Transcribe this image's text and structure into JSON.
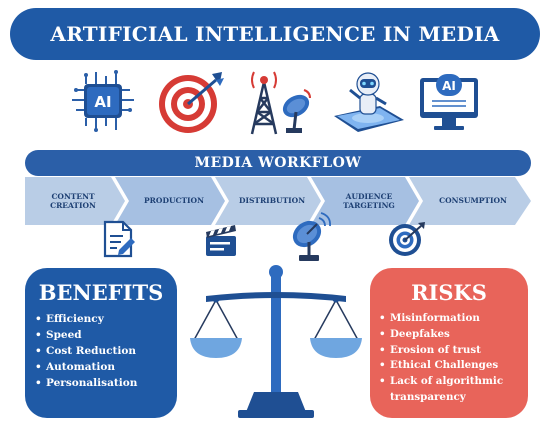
{
  "title": "ARTIFICIAL INTELLIGENCE IN MEDIA",
  "top_icons": [
    {
      "name": "ai-chip-icon",
      "label": "AI"
    },
    {
      "name": "target-icon"
    },
    {
      "name": "broadcast-tower-icon"
    },
    {
      "name": "robot-phone-icon"
    },
    {
      "name": "ai-monitor-icon",
      "label": "AI"
    }
  ],
  "workflow": {
    "title": "MEDIA WORKFLOW",
    "steps": [
      {
        "lines": [
          "CONTENT",
          "CREATION"
        ],
        "icon": "document-pen-icon"
      },
      {
        "lines": [
          "PRODUCTION"
        ],
        "icon": "clapperboard-icon"
      },
      {
        "lines": [
          "DISTRIBUTION"
        ],
        "icon": "satellite-dish-icon"
      },
      {
        "lines": [
          "AUDIENCE",
          "TARGETING"
        ],
        "icon": "target-icon"
      },
      {
        "lines": [
          "CONSUMPTION"
        ],
        "icon": ""
      }
    ]
  },
  "benefits": {
    "title": "BENEFITS",
    "items": [
      "Efficiency",
      "Speed",
      "Cost Reduction",
      "Automation",
      "Personalisation"
    ]
  },
  "risks": {
    "title": "RISKS",
    "items": [
      "Misinformation",
      "Deepfakes",
      "Erosion of trust",
      "Ethical Challenges",
      "Lack of algorithmic transparency"
    ]
  },
  "colors": {
    "primary_blue": "#1f5aa6",
    "risk_red": "#e8645a",
    "arrow_light": "#b9cde6",
    "arrow_mid": "#9db9dc"
  }
}
